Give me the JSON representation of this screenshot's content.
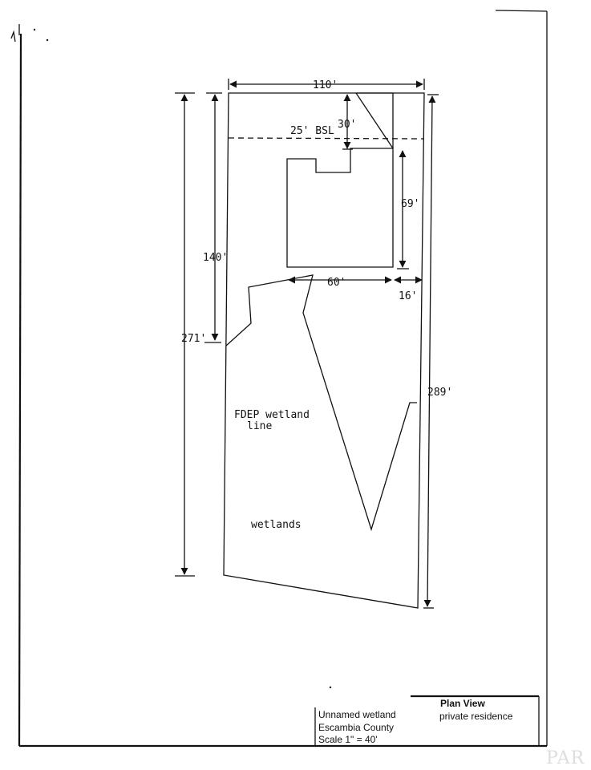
{
  "dimensions": {
    "top_width": "110'",
    "front_setback": "30'",
    "bsl": "25' BSL",
    "house_depth": "69'",
    "left_depth": "140'",
    "house_width": "60'",
    "side_setback": "16'",
    "left_total": "271'",
    "right_total": "289'"
  },
  "labels": {
    "wetland_line_1": "FDEP wetland",
    "wetland_line_2": "line",
    "wetlands": "wetlands"
  },
  "title_block": {
    "plan_view": "Plan View",
    "private_residence": "private residence",
    "wetland_name": "Unnamed wetland",
    "county": "Escambia County",
    "scale": "Scale 1\" = 40'"
  },
  "watermark": "PAR"
}
